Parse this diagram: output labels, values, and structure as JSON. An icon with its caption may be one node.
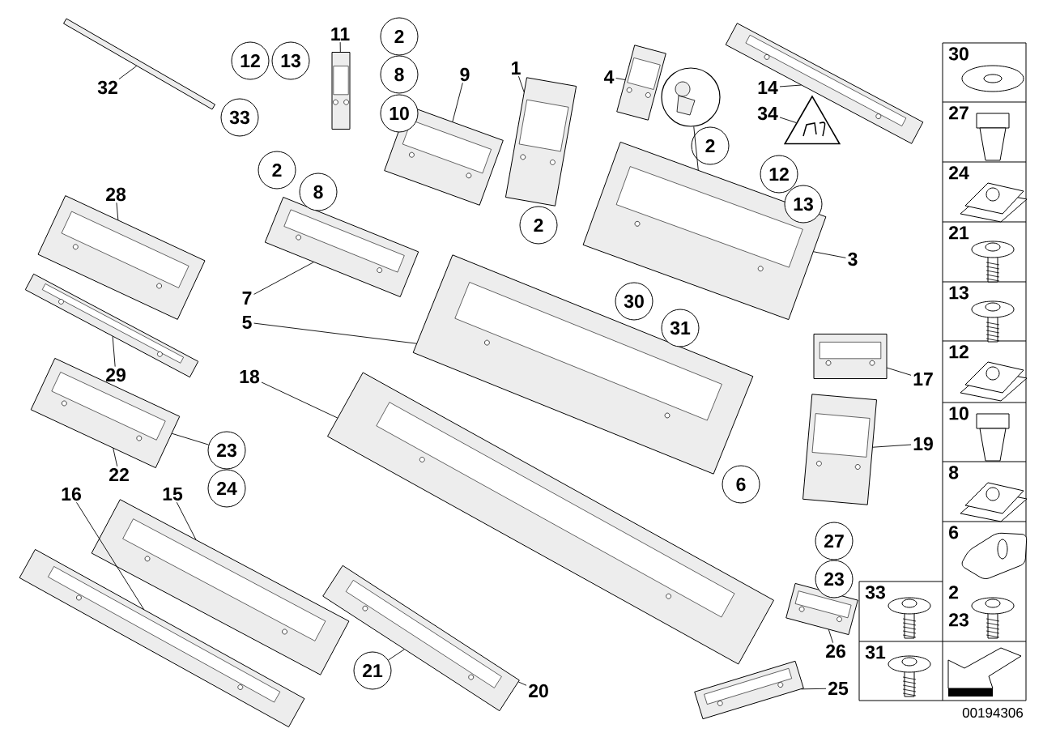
{
  "diagram": {
    "nodes": [
      {
        "text": [
          "32"
        ]
      },
      {
        "text": [],
        "shape": "bar"
      },
      {
        "text": [
          "11"
        ]
      },
      {
        "text": [],
        "shape": "picture"
      },
      {
        "text": [
          "9"
        ]
      },
      {
        "text": [],
        "shape": "picture"
      },
      {
        "text": [
          "1"
        ]
      },
      {
        "text": [],
        "shape": "picture"
      },
      {
        "text": [
          "4"
        ]
      },
      {
        "text": [],
        "shape": "picture"
      },
      {
        "text": [
          "14"
        ]
      },
      {
        "text": [],
        "shape": "picture"
      },
      {
        "text": [],
        "shape": "circle"
      },
      {
        "text": [
          "34"
        ]
      },
      {
        "text": [],
        "shape": "triangle"
      },
      {
        "text": [
          "28"
        ]
      },
      {
        "text": [],
        "shape": "picture"
      },
      {
        "text": [
          "7"
        ]
      },
      {
        "text": [],
        "shape": "picture"
      },
      {
        "text": [
          "3"
        ]
      },
      {
        "text": [],
        "shape": "picture"
      },
      {
        "text": [
          "5"
        ]
      },
      {
        "text": [],
        "shape": "picture"
      },
      {
        "text": [
          "29"
        ]
      },
      {
        "text": [],
        "shape": "picture"
      },
      {
        "text": [
          "18"
        ]
      },
      {
        "text": [],
        "shape": "picture"
      },
      {
        "text": [
          "17"
        ]
      },
      {
        "text": [],
        "shape": "picture"
      },
      {
        "text": [
          "19"
        ]
      },
      {
        "text": [],
        "shape": "picture"
      },
      {
        "text": [
          "23"
        ]
      },
      {
        "text": [],
        "shape": "picture"
      },
      {
        "text": [
          "22"
        ]
      },
      {
        "text": [
          "16"
        ]
      },
      {
        "text": [],
        "shape": "picture"
      },
      {
        "text": [
          "15"
        ]
      },
      {
        "text": [],
        "shape": "picture"
      },
      {
        "text": [
          "26"
        ]
      },
      {
        "text": [],
        "shape": "picture"
      },
      {
        "text": [
          "21"
        ]
      },
      {
        "text": [],
        "shape": "picture"
      },
      {
        "text": [
          "20"
        ]
      },
      {
        "text": [
          "25"
        ]
      },
      {
        "text": [],
        "shape": "picture"
      },
      {
        "text": [
          "2"
        ]
      },
      {
        "text": [
          "12"
        ]
      },
      {
        "text": [
          "13"
        ]
      },
      {
        "text": [
          "8"
        ]
      },
      {
        "text": [
          "10"
        ]
      },
      {
        "text": [
          "33"
        ]
      },
      {
        "text": [
          "2"
        ]
      },
      {
        "text": [
          "2"
        ]
      },
      {
        "text": [
          "8"
        ]
      },
      {
        "text": [
          "12"
        ]
      },
      {
        "text": [
          "13"
        ]
      },
      {
        "text": [
          "2"
        ]
      },
      {
        "text": [
          "30"
        ]
      },
      {
        "text": [
          "31"
        ]
      },
      {
        "text": [
          "6"
        ]
      },
      {
        "text": [
          "24"
        ]
      },
      {
        "text": [
          "27"
        ]
      },
      {
        "text": [
          "23"
        ]
      }
    ],
    "edges": [
      {
        "from": 0,
        "to": 1,
        "arrow": "none"
      },
      {
        "from": 2,
        "to": 3,
        "arrow": "none"
      },
      {
        "from": 4,
        "to": 5,
        "arrow": "none"
      },
      {
        "from": 6,
        "to": 7,
        "arrow": "none"
      },
      {
        "from": 8,
        "to": 9,
        "arrow": "none"
      },
      {
        "from": 10,
        "to": 11,
        "arrow": "none"
      },
      {
        "from": 12,
        "to": 20,
        "arrow": "none"
      },
      {
        "from": 13,
        "to": 14,
        "arrow": "none"
      },
      {
        "from": 15,
        "to": 16,
        "arrow": "none"
      },
      {
        "from": 17,
        "to": 18,
        "arrow": "none"
      },
      {
        "from": 19,
        "to": 20,
        "arrow": "none"
      },
      {
        "from": 21,
        "to": 22,
        "arrow": "none"
      },
      {
        "from": 23,
        "to": 24,
        "arrow": "none"
      },
      {
        "from": 25,
        "to": 26,
        "arrow": "none"
      },
      {
        "from": 27,
        "to": 28,
        "arrow": "none"
      },
      {
        "from": 29,
        "to": 30,
        "arrow": "none"
      },
      {
        "from": 31,
        "to": 32,
        "arrow": "none"
      },
      {
        "from": 33,
        "to": 32,
        "arrow": "none"
      },
      {
        "from": 34,
        "to": 35,
        "arrow": "none"
      },
      {
        "from": 36,
        "to": 37,
        "arrow": "none"
      },
      {
        "from": 38,
        "to": 39,
        "arrow": "none"
      },
      {
        "from": 40,
        "to": 41,
        "arrow": "none"
      },
      {
        "from": 42,
        "to": 41,
        "arrow": "none"
      },
      {
        "from": 43,
        "to": 44,
        "arrow": "none"
      }
    ],
    "labels": [
      "30",
      "27",
      "24",
      "21",
      "13",
      "12",
      "10",
      "8",
      "6",
      "33",
      "2",
      "23",
      "31",
      "00194306"
    ]
  }
}
